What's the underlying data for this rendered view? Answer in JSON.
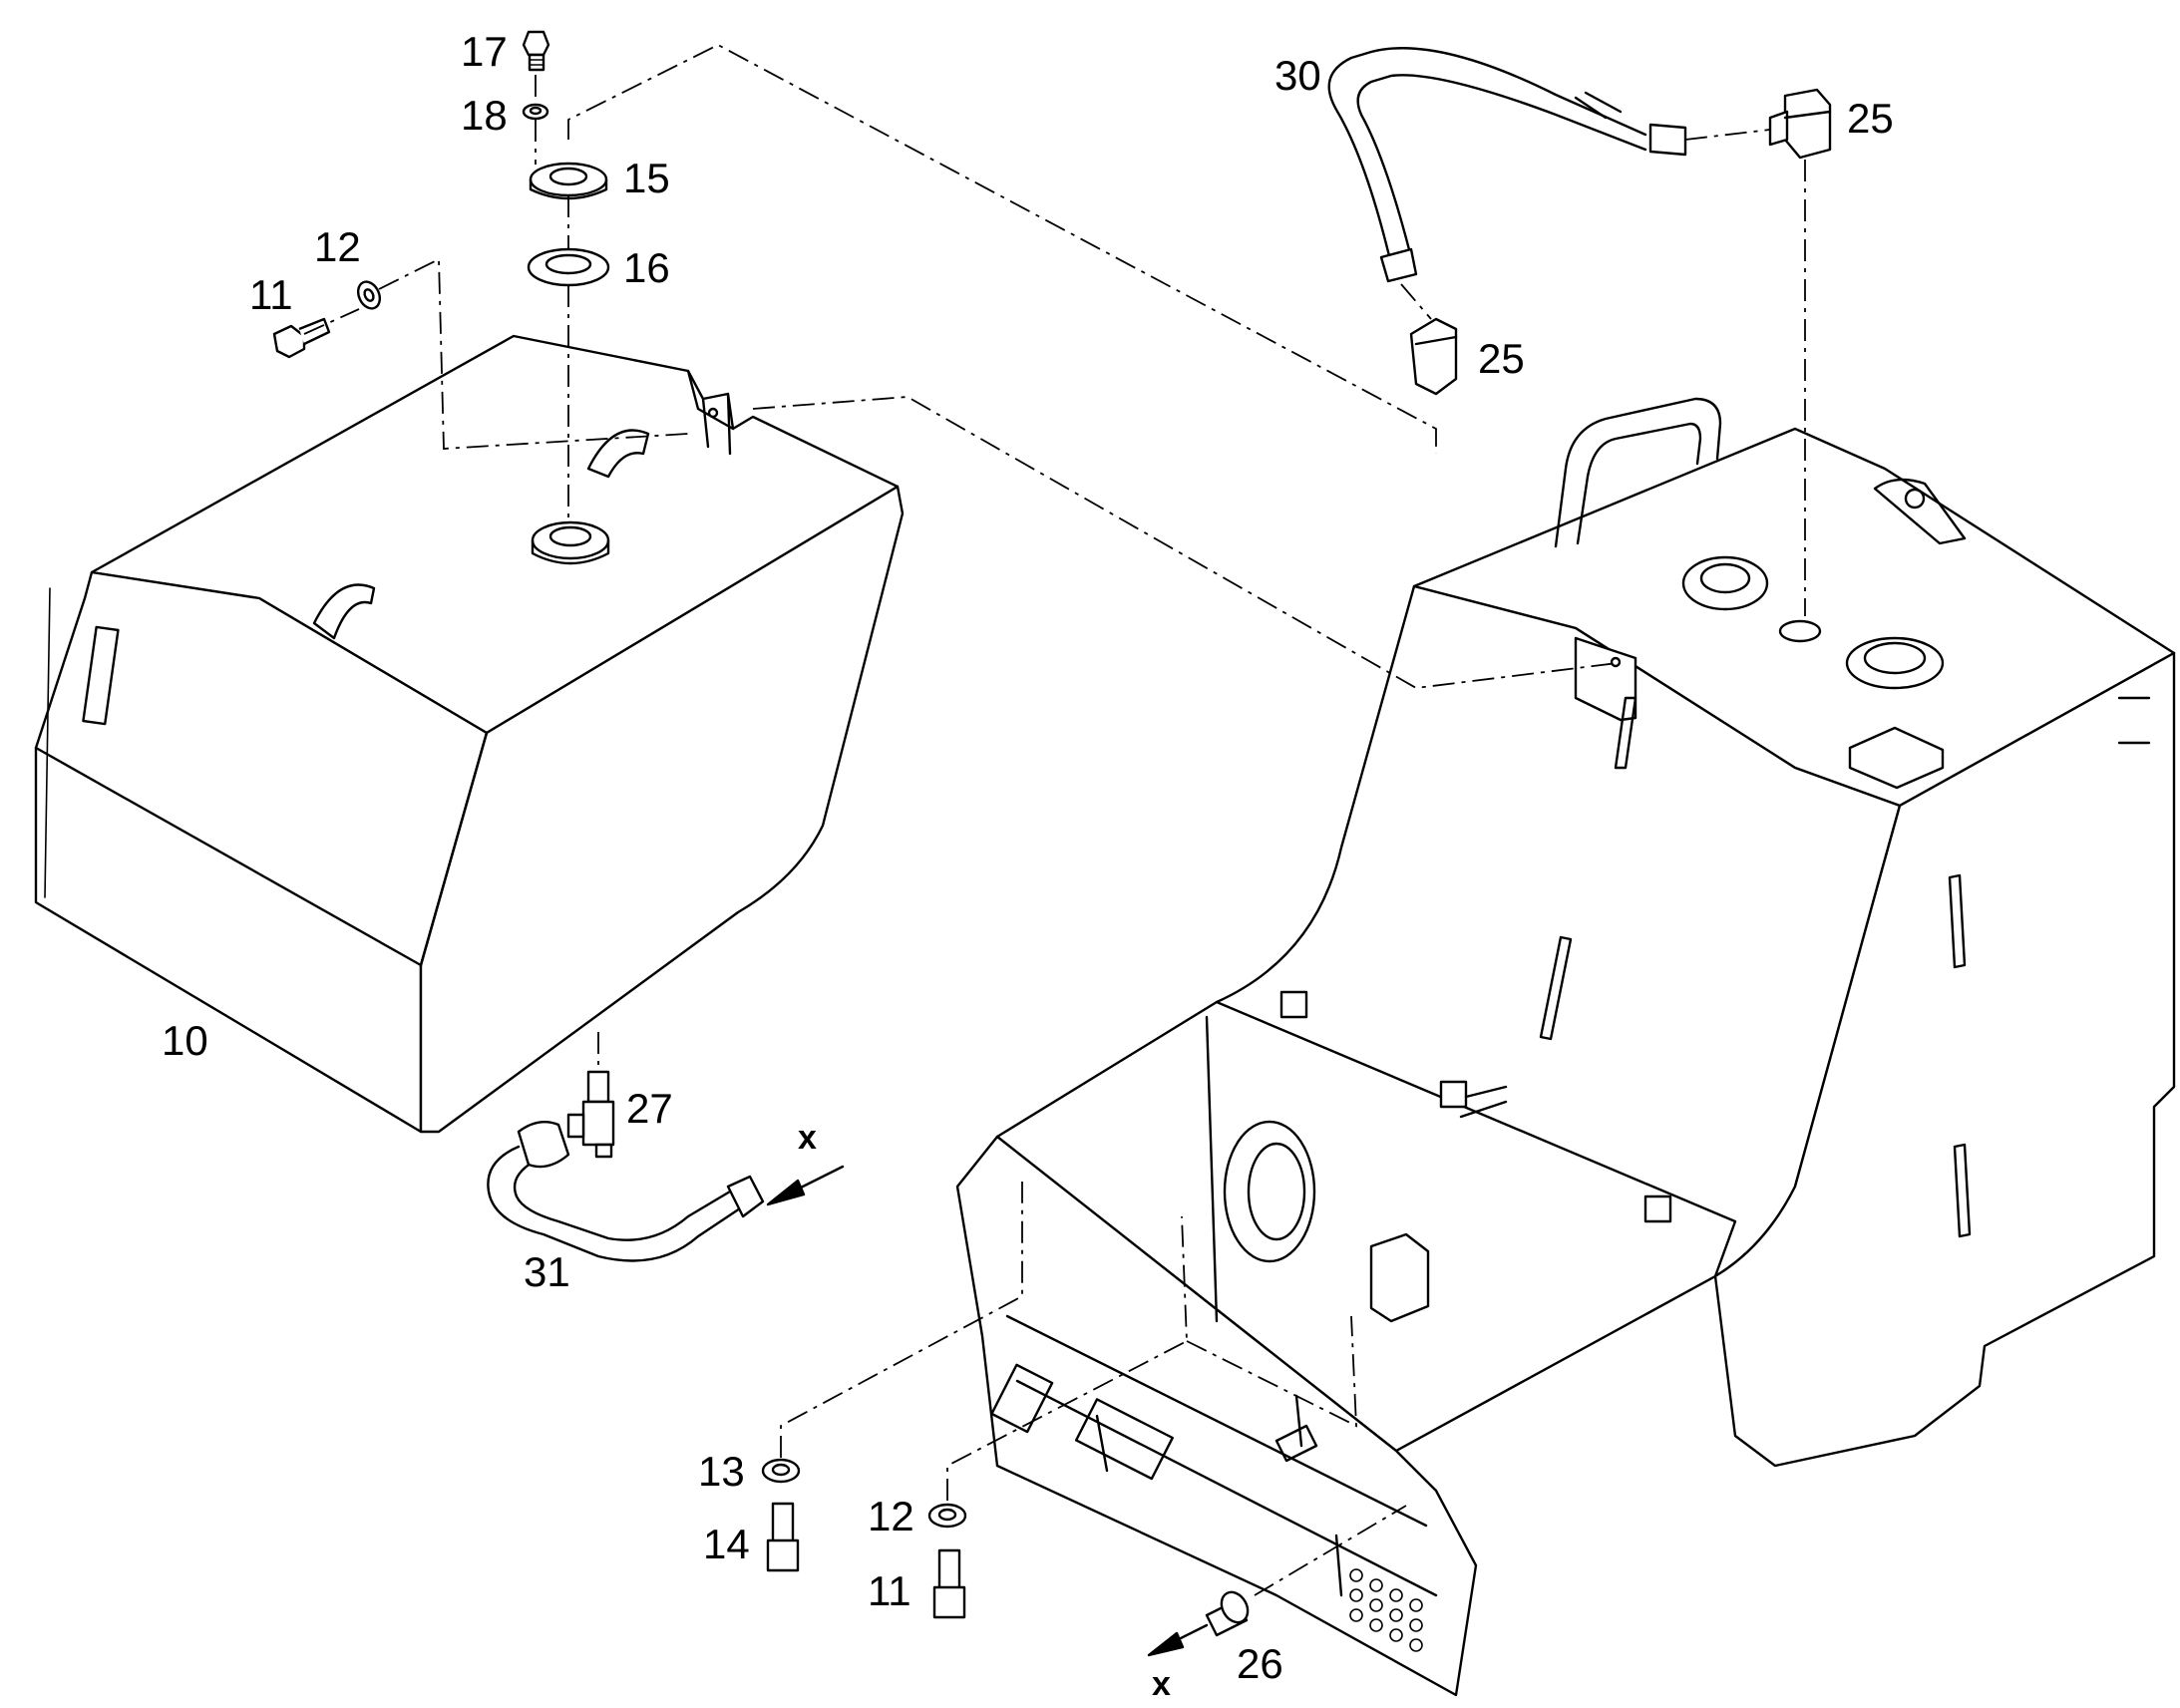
{
  "callouts": {
    "c10": "10",
    "c11a": "11",
    "c11b": "11",
    "c12a": "12",
    "c12b": "12",
    "c13": "13",
    "c14": "14",
    "c15": "15",
    "c16": "16",
    "c17": "17",
    "c18": "18",
    "c25a": "25",
    "c25b": "25",
    "c26": "26",
    "c27": "27",
    "c30": "30",
    "c31": "31"
  },
  "view_markers": {
    "xa": "x",
    "xb": "x"
  }
}
